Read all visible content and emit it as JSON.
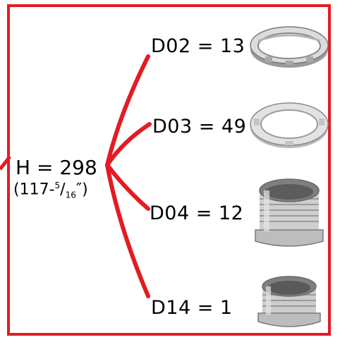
{
  "root": {
    "value": "H = 298",
    "sub_prefix": "(117-",
    "sub_num": "5",
    "sub_slash": "/",
    "sub_den": "16",
    "sub_suffix": "″)"
  },
  "branches": [
    {
      "id": "D02",
      "label": "D02 = 13",
      "part": "thin-ring-nut"
    },
    {
      "id": "D03",
      "label": "D03 = 49",
      "part": "flat-ring"
    },
    {
      "id": "D04",
      "label": "D04 = 12",
      "part": "threaded-bushing"
    },
    {
      "id": "D14",
      "label": "D14 = 1",
      "part": "short-bushing"
    }
  ],
  "colors": {
    "line": "#e31b23",
    "border": "#e31b23",
    "part_fill": "#d9d9d9",
    "part_shade": "#8a8a8a"
  }
}
